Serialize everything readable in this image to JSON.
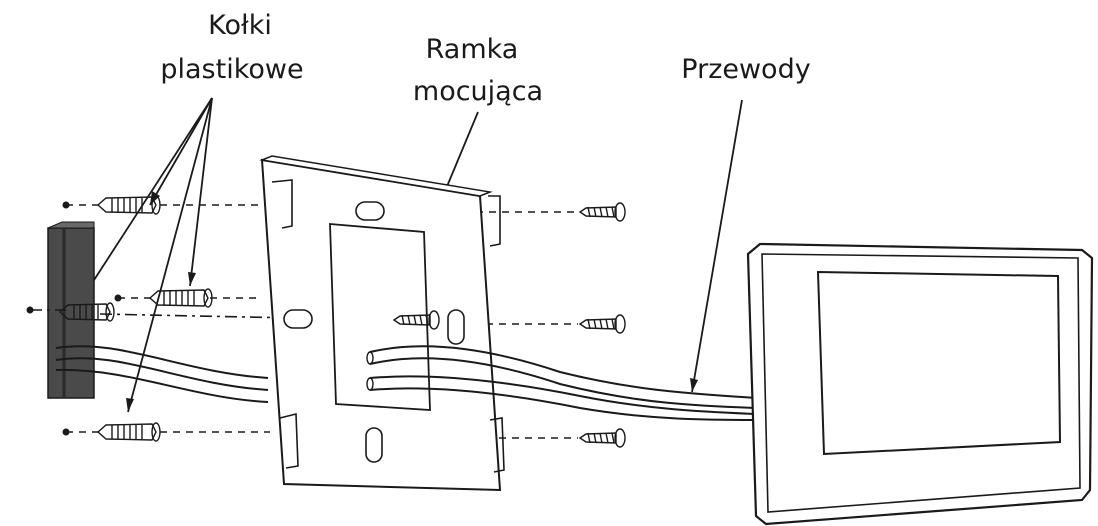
{
  "labels": {
    "wall_plugs_line1": "Kołki",
    "wall_plugs_line2": "plastikowe",
    "frame_line1": "Ramka",
    "frame_line2": "mocująca",
    "wires": "Przewody"
  },
  "colors": {
    "ink": "#1a1a1a",
    "wall_fill": "#4a4a4a",
    "background": "#ffffff"
  }
}
